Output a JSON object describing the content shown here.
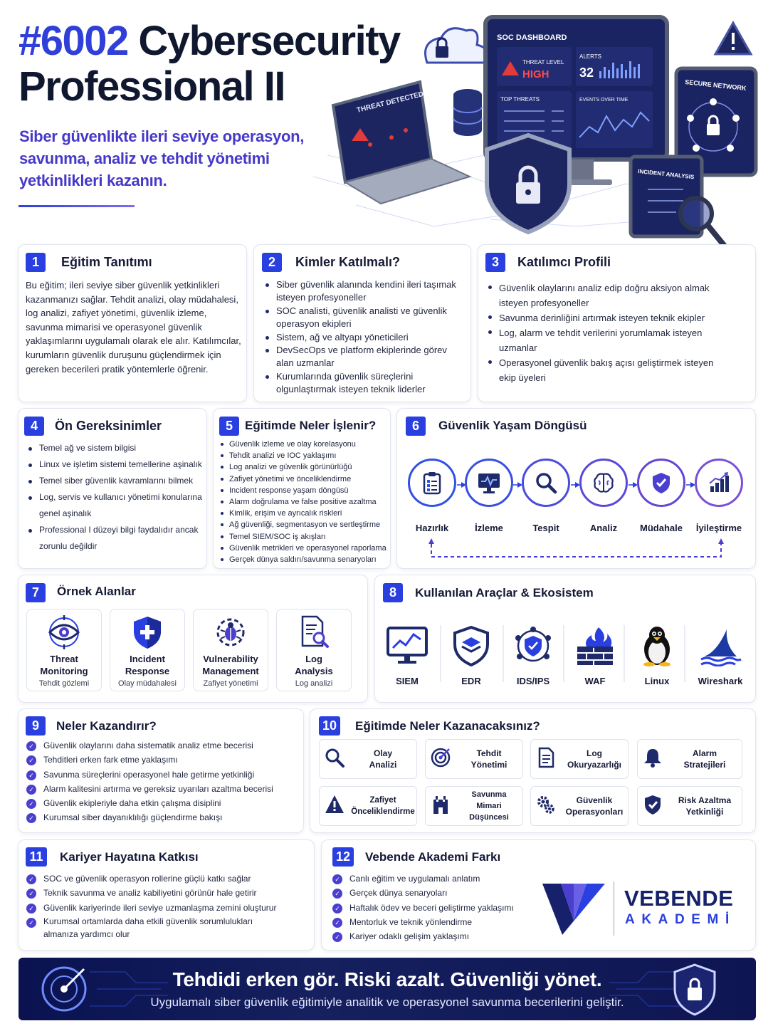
{
  "header": {
    "title_hash": "#6002",
    "title_rest": "Cybersecurity",
    "title_line2": "Professional II",
    "subtitle": "Siber güvenlikte ileri seviye operasyon, savunma, analiz ve tehdit yönetimi yetkinlikleri kazanın."
  },
  "hero": {
    "dashboard_title": "SOC DASHBOARD",
    "threat_level_label": "THREAT LEVEL",
    "threat_level_value": "HIGH",
    "alerts_label": "ALERTS",
    "alerts_value": "32",
    "top_threats_label": "TOP THREATS",
    "events_label": "EVENTS OVER TIME",
    "laptop_label": "THREAT DETECTED",
    "secure_network_label": "SECURE NETWORK",
    "incident_analysis_label": "INCIDENT ANALYSIS"
  },
  "s1": {
    "num": "1",
    "title": "Eğitim Tanıtımı",
    "text": "Bu eğitim; ileri seviye siber güvenlik yetkinlikleri kazanmanızı sağlar. Tehdit analizi, olay müdahalesi, log analizi, zafiyet yönetimi, güvenlik izleme, savunma mimarisi ve operasyonel güvenlik yaklaşımlarını uygulamalı olarak ele alır. Katılımcılar, kurumların güvenlik duruşunu güçlendirmek için gereken becerileri pratik yöntemlerle öğrenir."
  },
  "s2": {
    "num": "2",
    "title": "Kimler Katılmalı?",
    "items": [
      "Siber güvenlik alanında kendini ileri taşımak isteyen profesyoneller",
      "SOC analisti, güvenlik analisti ve güvenlik operasyon ekipleri",
      "Sistem, ağ ve altyapı yöneticileri",
      "DevSecOps ve platform ekiplerinde görev alan uzmanlar",
      "Kurumlarında güvenlik süreçlerini olgunlaştırmak isteyen teknik liderler"
    ]
  },
  "s3": {
    "num": "3",
    "title": "Katılımcı Profili",
    "items": [
      "Güvenlik olaylarını analiz edip doğru aksiyon almak isteyen profesyoneller",
      "Savunma derinliğini artırmak isteyen teknik ekipler",
      "Log, alarm ve tehdit verilerini yorumlamak isteyen uzmanlar",
      "Operasyonel güvenlik bakış açısı geliştirmek isteyen ekip üyeleri"
    ]
  },
  "s4": {
    "num": "4",
    "title": "Ön Gereksinimler",
    "items": [
      "Temel ağ ve sistem bilgisi",
      "Linux ve işletim sistemi temellerine aşinalık",
      "Temel siber güvenlik kavramlarını bilmek",
      "Log, servis ve kullanıcı yönetimi konularına genel aşinalık",
      "Professional I düzeyi bilgi faydalıdır ancak zorunlu değildir"
    ]
  },
  "s5": {
    "num": "5",
    "title": "Eğitimde Neler İşlenir?",
    "items": [
      "Güvenlik izleme ve olay korelasyonu",
      "Tehdit analizi ve IOC yaklaşımı",
      "Log analizi ve güvenlik görünürlüğü",
      "Zafiyet yönetimi ve önceliklendirme",
      "Incident response yaşam döngüsü",
      "Alarm doğrulama ve false positive azaltma",
      "Kimlik, erişim ve ayrıcalık riskleri",
      "Ağ güvenliği, segmentasyon ve sertleştirme",
      "Temel SIEM/SOC iş akışları",
      "Güvenlik metrikleri ve operasyonel raporlama",
      "Gerçek dünya saldırı/savunma senaryoları"
    ]
  },
  "s6": {
    "num": "6",
    "title": "Güvenlik Yaşam Döngüsü",
    "steps": [
      {
        "label": "Hazırlık",
        "icon": "clipboard-icon"
      },
      {
        "label": "İzleme",
        "icon": "monitor-icon"
      },
      {
        "label": "Tespit",
        "icon": "magnifier-icon"
      },
      {
        "label": "Analiz",
        "icon": "brain-icon"
      },
      {
        "label": "Müdahale",
        "icon": "shield-check-icon"
      },
      {
        "label": "İyileştirme",
        "icon": "growth-chart-icon"
      }
    ]
  },
  "s7": {
    "num": "7",
    "title": "Örnek Alanlar",
    "tiles": [
      {
        "l1": "Threat",
        "l2": "Monitoring",
        "sub": "Tehdit gözlemi",
        "icon": "eye-target-icon"
      },
      {
        "l1": "Incident",
        "l2": "Response",
        "sub": "Olay müdahalesi",
        "icon": "shield-plus-icon"
      },
      {
        "l1": "Vulnerability",
        "l2": "Management",
        "sub": "Zafiyet yönetimi",
        "icon": "bug-icon"
      },
      {
        "l1": "Log",
        "l2": "Analysis",
        "sub": "Log analizi",
        "icon": "document-search-icon"
      }
    ]
  },
  "s8": {
    "num": "8",
    "title": "Kullanılan Araçlar & Ekosistem",
    "tools": [
      {
        "label": "SIEM",
        "icon": "siem-icon"
      },
      {
        "label": "EDR",
        "icon": "edr-icon"
      },
      {
        "label": "IDS/IPS",
        "icon": "ids-icon"
      },
      {
        "label": "WAF",
        "icon": "firewall-icon"
      },
      {
        "label": "Linux",
        "icon": "penguin-icon"
      },
      {
        "label": "Wireshark",
        "icon": "shark-fin-icon"
      }
    ]
  },
  "s9": {
    "num": "9",
    "title": "Neler Kazandırır?",
    "items": [
      "Güvenlik olaylarını daha sistematik analiz etme becerisi",
      "Tehditleri erken fark etme yaklaşımı",
      "Savunma süreçlerini operasyonel hale getirme yetkinliği",
      "Alarm kalitesini artırma ve gereksiz uyarıları azaltma becerisi",
      "Güvenlik ekipleriyle daha etkin çalışma disiplini",
      "Kurumsal siber dayanıklılığı güçlendirme bakışı"
    ]
  },
  "s10": {
    "num": "10",
    "title": "Eğitimde Neler Kazanacaksınız?",
    "gains": [
      {
        "l1": "Olay",
        "l2": "Analizi",
        "icon": "search-icon"
      },
      {
        "l1": "Tehdit",
        "l2": "Yönetimi",
        "icon": "target-icon"
      },
      {
        "l1": "Log",
        "l2": "Okuryazarlığı",
        "icon": "log-document-icon"
      },
      {
        "l1": "Alarm",
        "l2": "Stratejileri",
        "icon": "bell-icon"
      },
      {
        "l1": "Zafiyet",
        "l2": "Önceliklendirme",
        "icon": "warning-icon"
      },
      {
        "l1": "Savunma",
        "l2": "Mimari Düşüncesi",
        "icon": "castle-icon"
      },
      {
        "l1": "Güvenlik",
        "l2": "Operasyonları",
        "icon": "gears-icon"
      },
      {
        "l1": "Risk Azaltma",
        "l2": "Yetkinliği",
        "icon": "shield-icon"
      }
    ]
  },
  "s11": {
    "num": "11",
    "title": "Kariyer Hayatına Katkısı",
    "items": [
      "SOC ve güvenlik operasyon rollerine güçlü katkı sağlar",
      "Teknik savunma ve analiz kabiliyetini görünür hale getirir",
      "Güvenlik kariyerinde ileri seviye uzmanlaşma zemini oluşturur",
      "Kurumsal ortamlarda daha etkili güvenlik sorumlulukları almanıza yardımcı olur"
    ]
  },
  "s12": {
    "num": "12",
    "title": "Vebende Akademi Farkı",
    "items": [
      "Canlı eğitim ve uygulamalı anlatım",
      "Gerçek dünya senaryoları",
      "Haftalık ödev ve beceri geliştirme yaklaşımı",
      "Mentorluk ve teknik yönlendirme",
      "Kariyer odaklı gelişim yaklaşımı"
    ]
  },
  "brand": {
    "name": "VEBENDE",
    "sub": "AKADEMİ"
  },
  "banner": {
    "headline": "Tehdidi erken gör. Riski azalt. Güvenliği yönet.",
    "subline": "Uygulamalı siber güvenlik eğitimiyle analitik ve operasyonel savunma becerilerini geliştir."
  },
  "colors": {
    "primary": "#2a3fe0",
    "purple": "#4b3fd0",
    "dark_navy": "#10182f",
    "banner": "#0e1552",
    "alert_red": "#e23b3b"
  }
}
